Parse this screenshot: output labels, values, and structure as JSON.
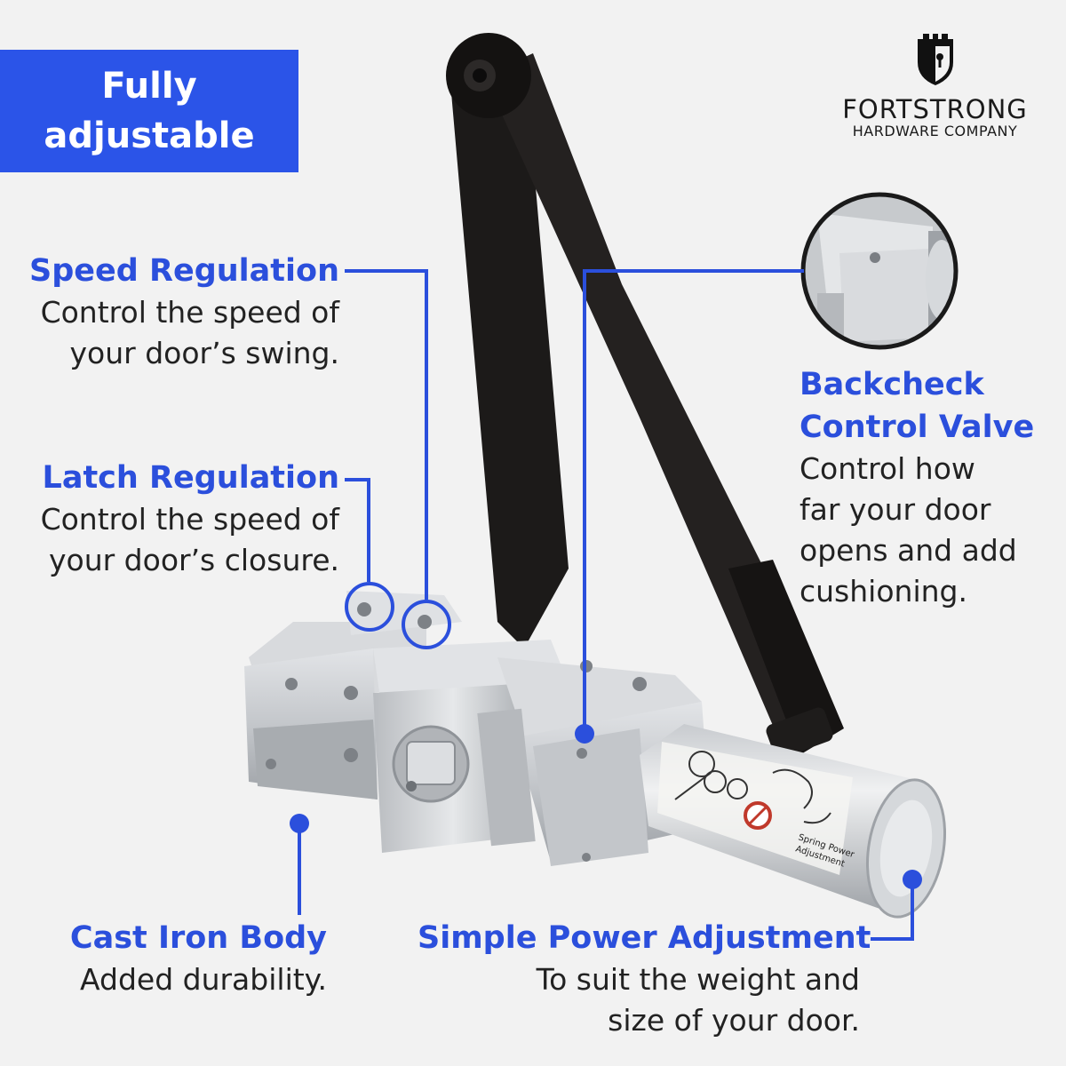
{
  "badge": {
    "text": "Fully\nadjustable"
  },
  "brand": {
    "name": "FORTSTRONG",
    "subtitle": "HARDWARE COMPANY",
    "logo_icon": "castle-shield-keyhole-icon"
  },
  "features": {
    "speed": {
      "title": "Speed Regulation",
      "desc": "Control the speed of\nyour door’s swing."
    },
    "latch": {
      "title": "Latch Regulation",
      "desc": "Control the speed of\nyour door’s closure."
    },
    "backcheck": {
      "title_line1": "Backcheck",
      "title_line2": "Control Valve",
      "desc": "Control how\nfar your door\nopens and add\ncushioning."
    },
    "body": {
      "title": "Cast Iron Body",
      "desc": "Added durability."
    },
    "power": {
      "title": "Simple Power Adjustment",
      "desc": "To suit the weight and\nsize of your door."
    }
  },
  "label_text": {
    "line1": "Spring Power",
    "line2": "Adjustment"
  },
  "colors": {
    "accent": "#2b54e8",
    "callout": "#2b4fdc",
    "arm": "#1c1a19",
    "body": "#c9ccd0"
  }
}
